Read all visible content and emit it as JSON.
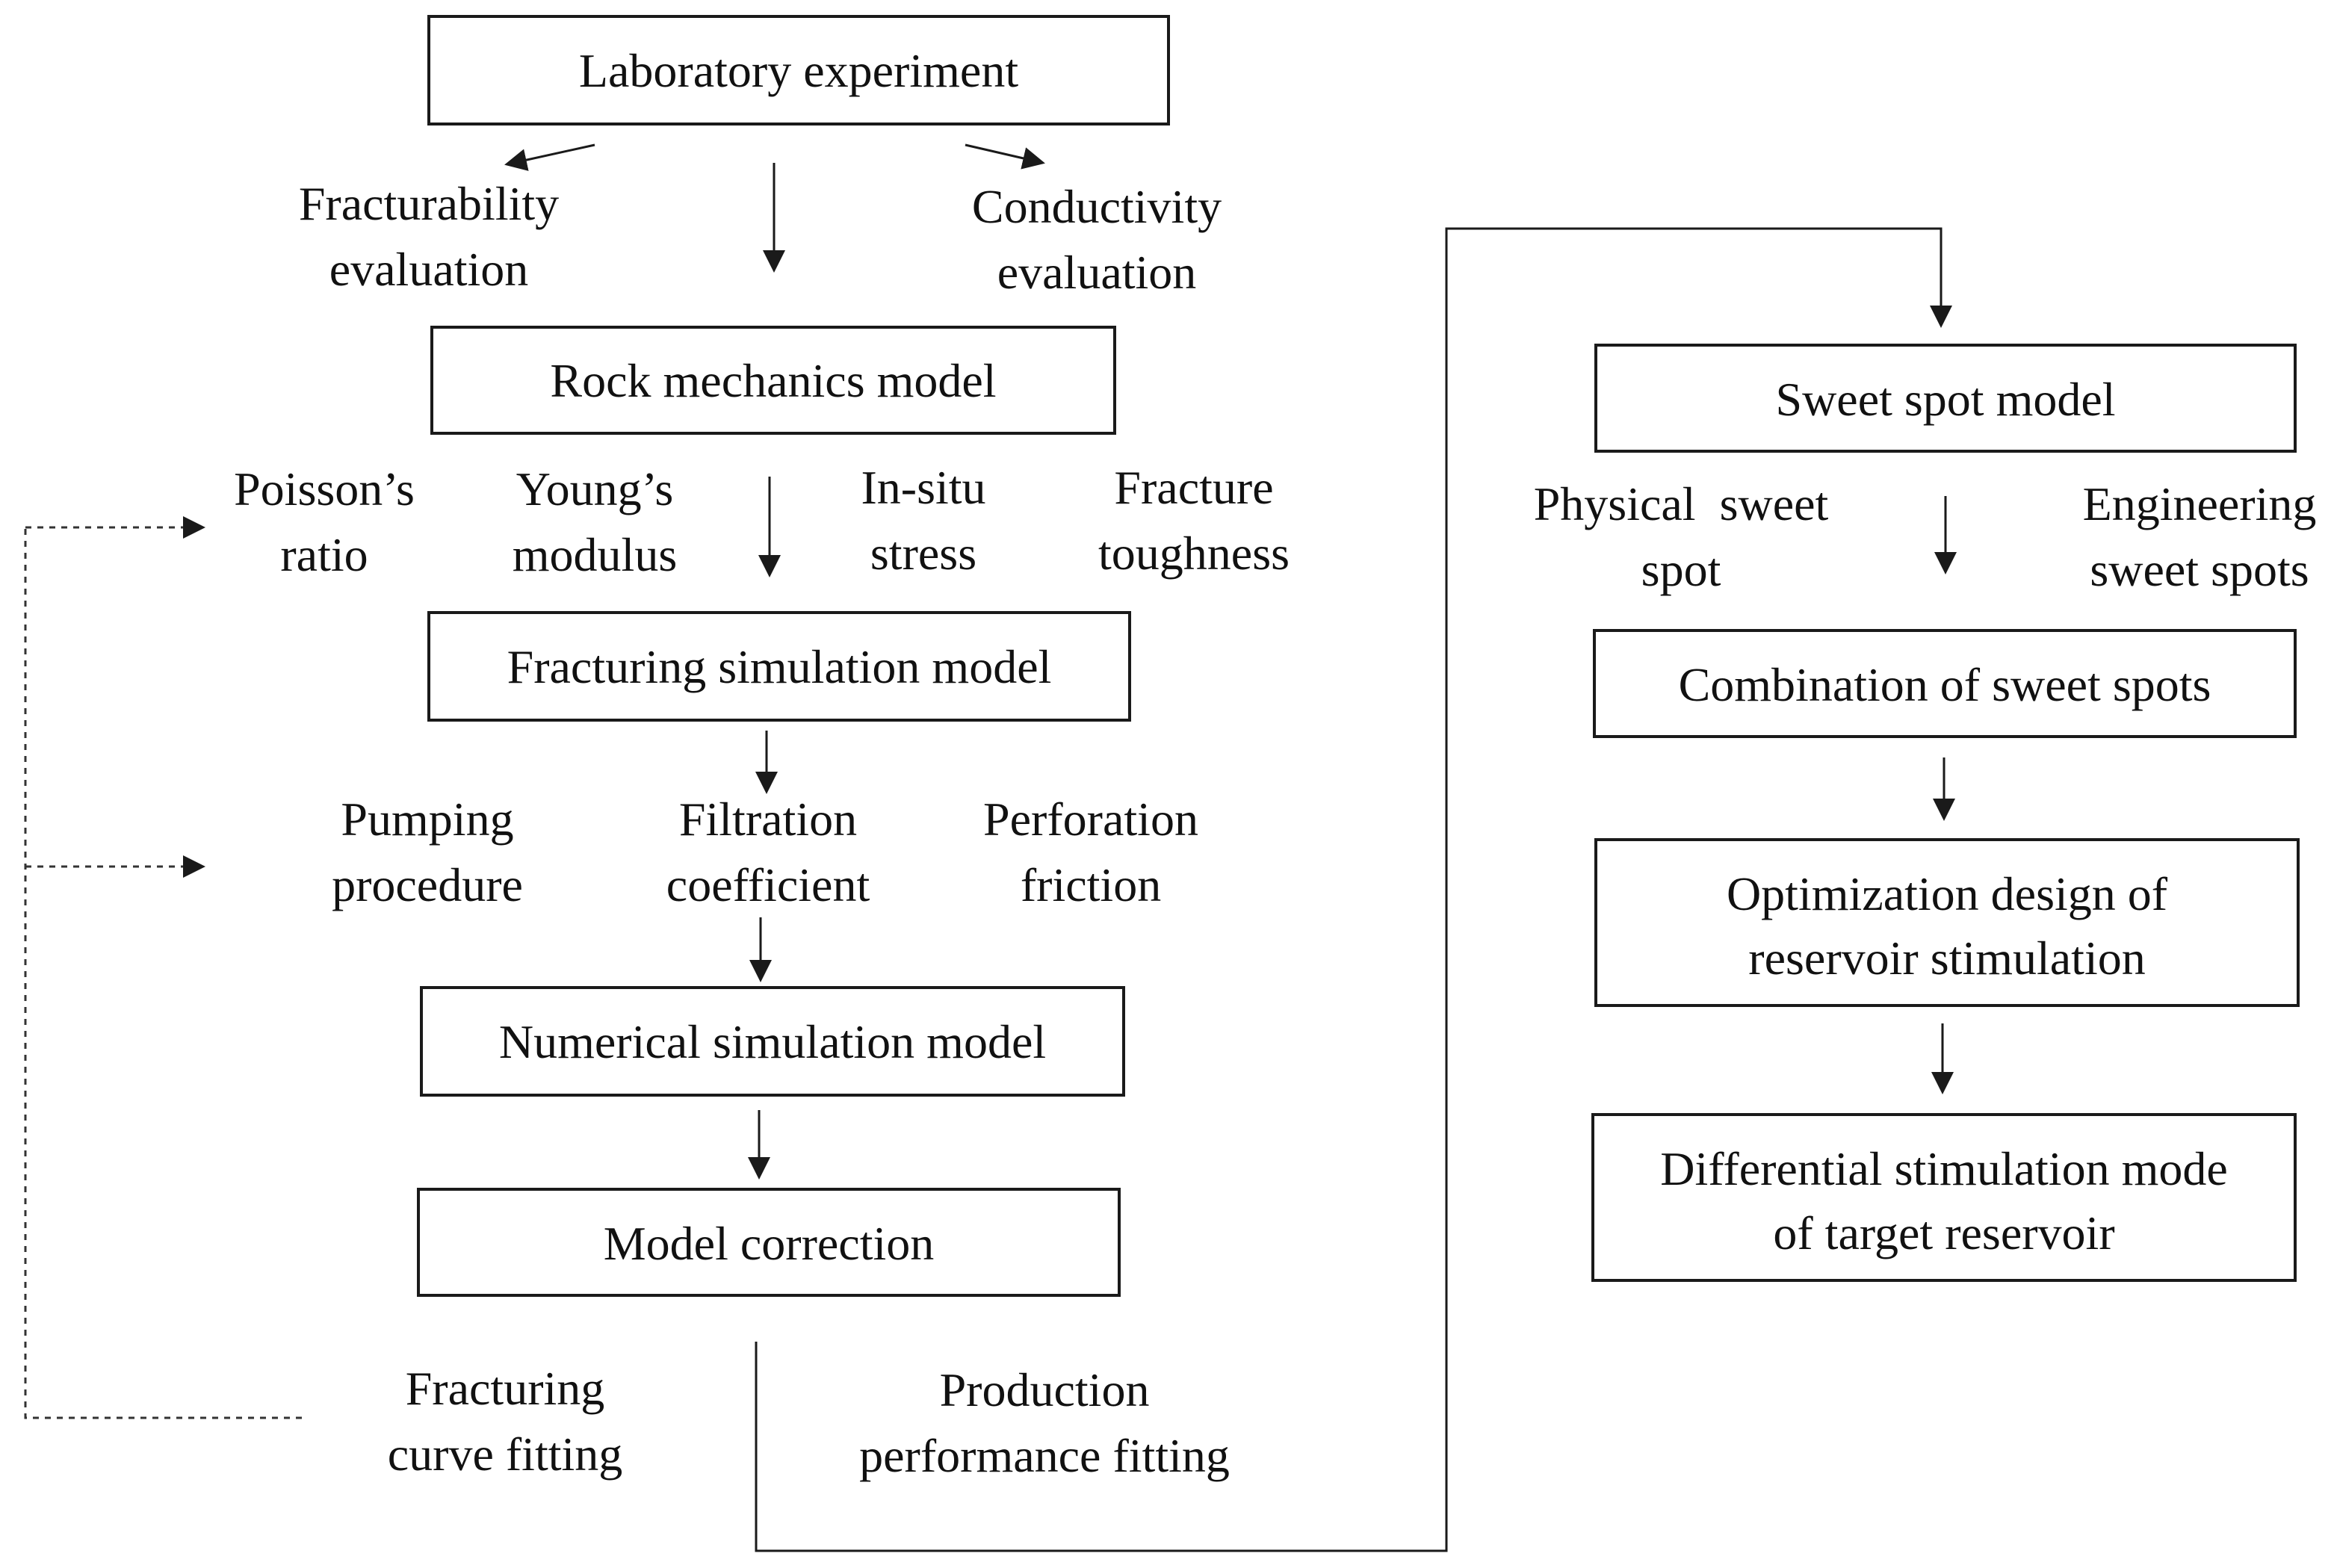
{
  "boxes": {
    "lab": "Laboratory experiment",
    "rock": "Rock mechanics model",
    "frac": "Fracturing simulation model",
    "num": "Numerical simulation model",
    "corr": "Model correction",
    "sweet": "Sweet spot model",
    "combo": "Combination of sweet spots",
    "opt": [
      "Optimization design of",
      "reservoir stimulation"
    ],
    "diff": [
      "Differential stimulation mode",
      "of target reservoir"
    ]
  },
  "labels": {
    "fracturability": [
      "Fracturability",
      "evaluation"
    ],
    "conductivity": [
      "Conductivity",
      "evaluation"
    ],
    "poisson": [
      "Poisson’s",
      "ratio"
    ],
    "young": [
      "Young’s",
      "modulus"
    ],
    "insitu": [
      "In-situ",
      "stress"
    ],
    "toughness": [
      "Fracture",
      "toughness"
    ],
    "pumping": [
      "Pumping",
      "procedure"
    ],
    "filtration": [
      "Filtration",
      "coefficient"
    ],
    "perforation": [
      "Perforation",
      "friction"
    ],
    "curve_fit": [
      "Fracturing",
      "curve fitting"
    ],
    "production_fit": [
      "Production",
      "performance fitting"
    ],
    "physical_sweet": [
      "Physical  sweet",
      "spot"
    ],
    "engineering_sweet": [
      "Engineering",
      "sweet spots"
    ]
  }
}
